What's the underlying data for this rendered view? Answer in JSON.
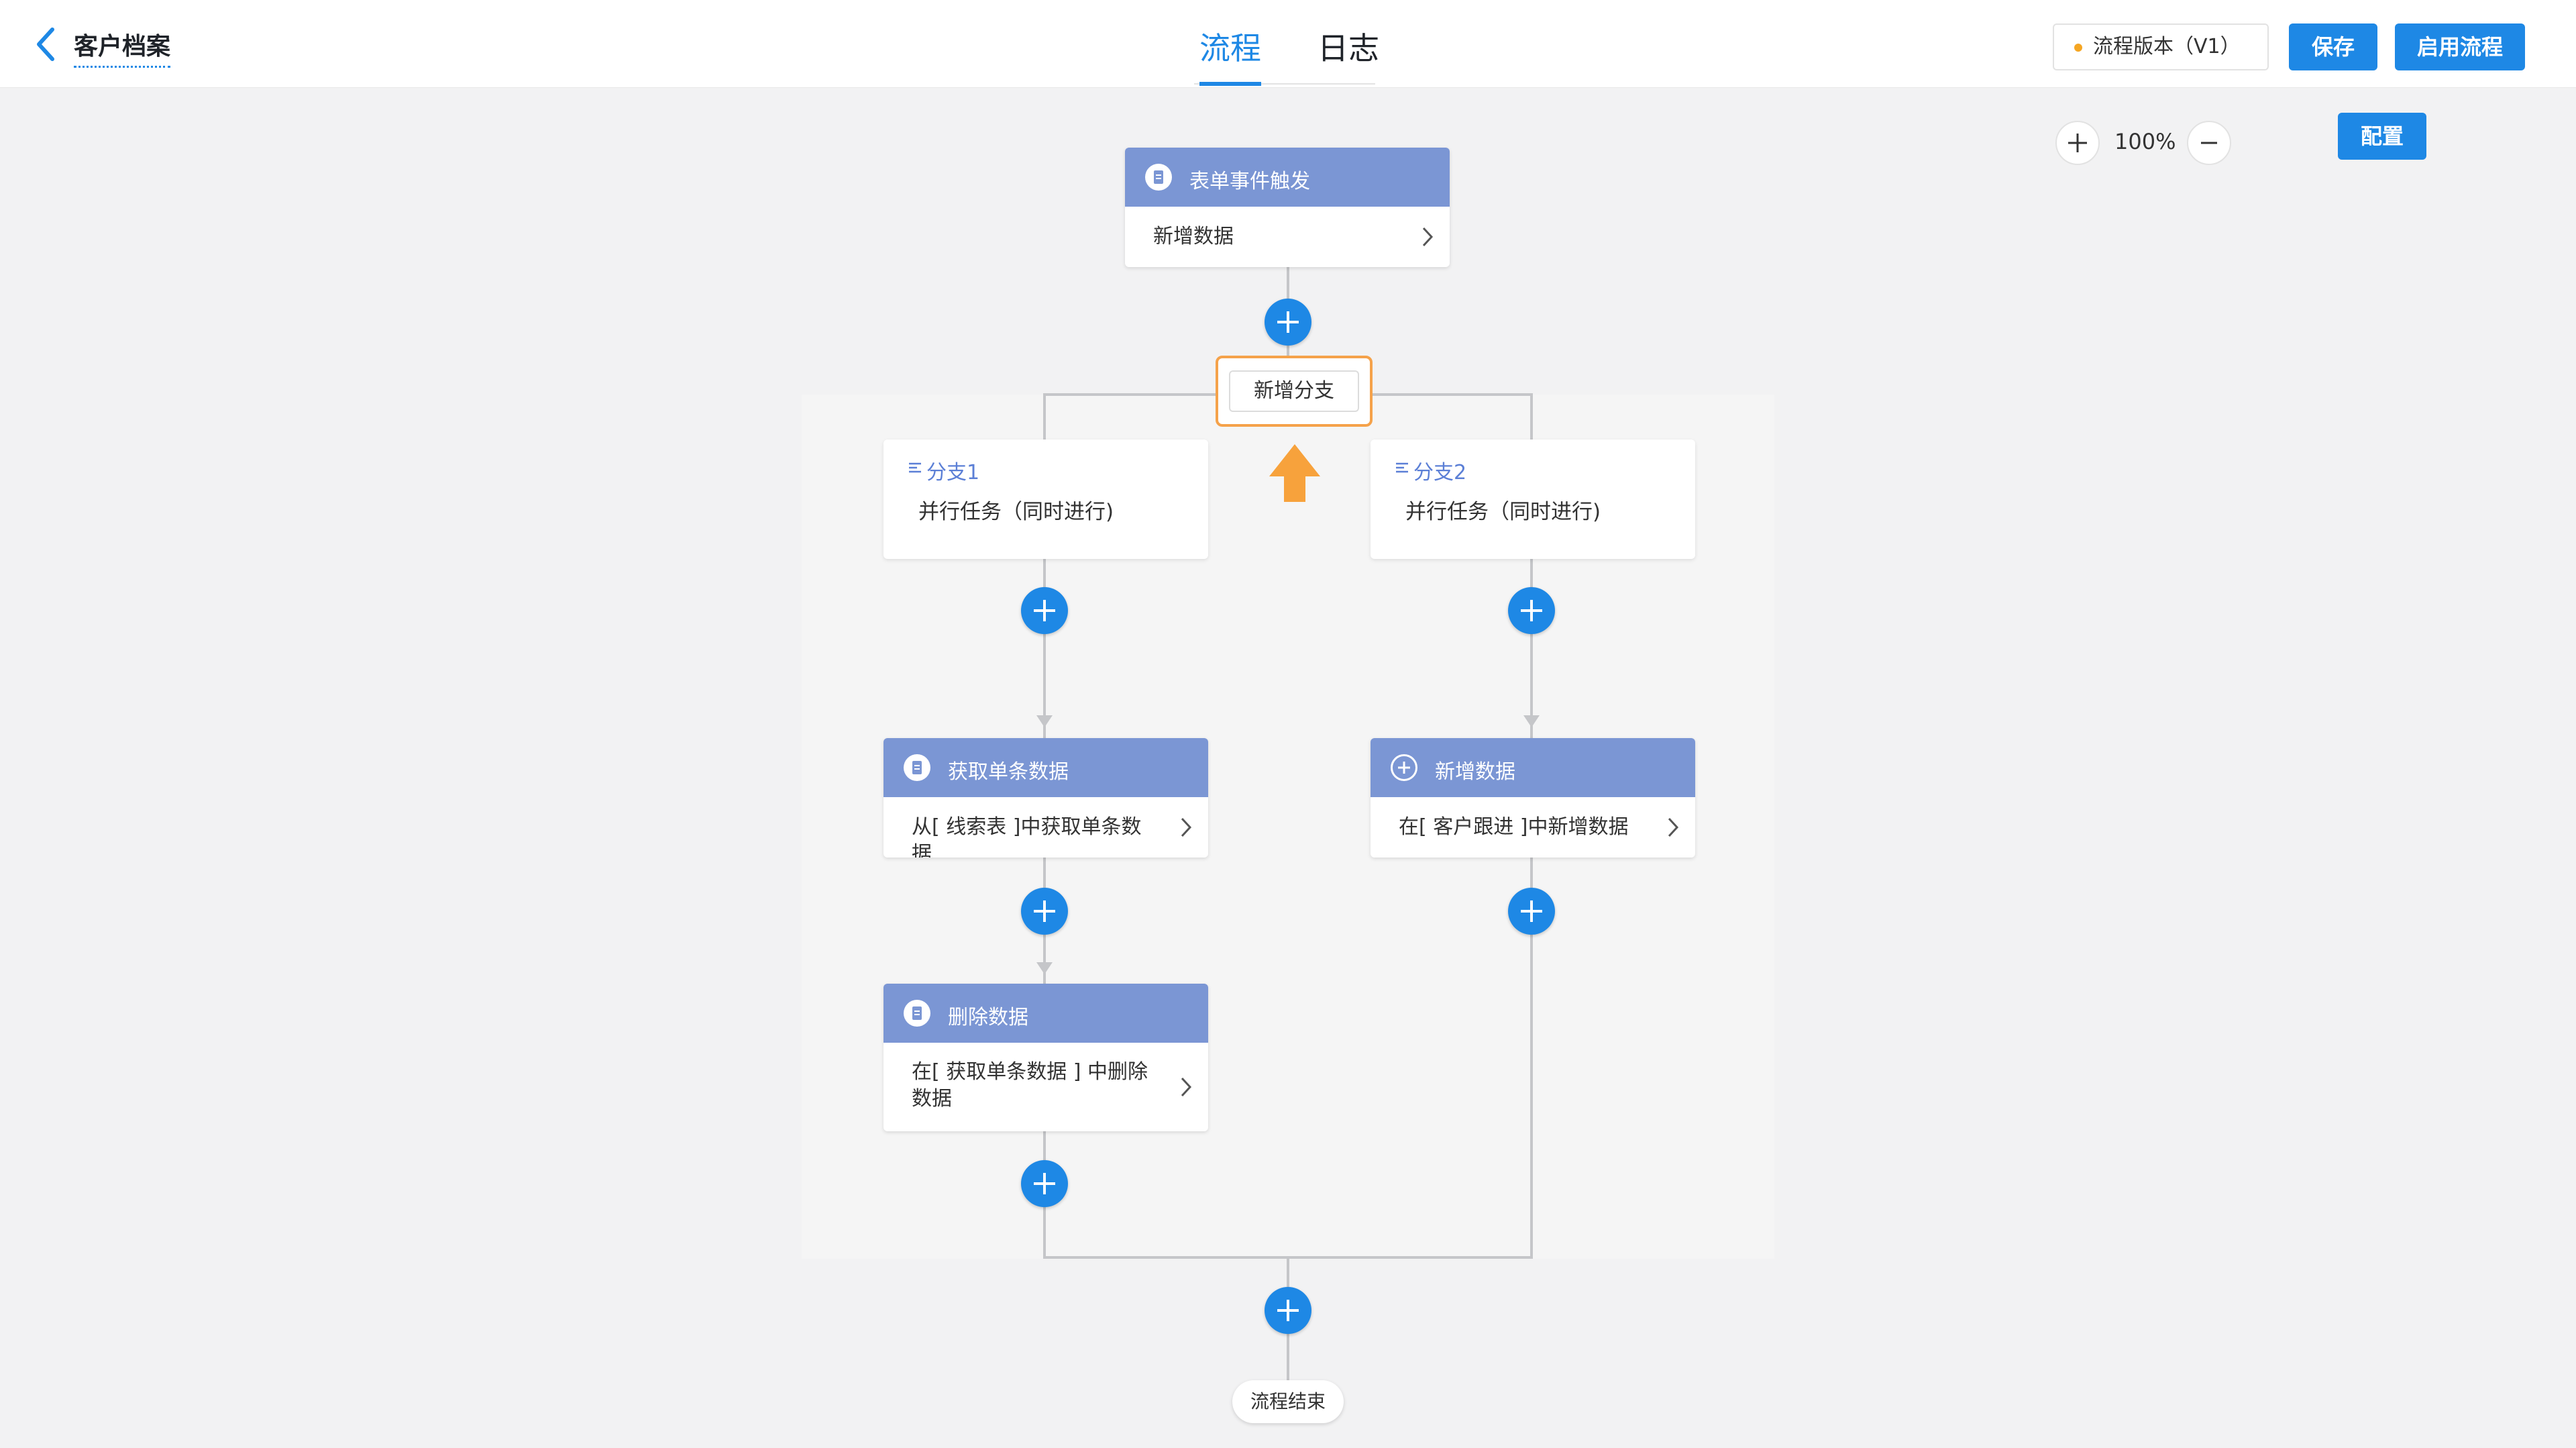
{
  "header": {
    "title": "客户档案",
    "tabs": [
      {
        "label": "流程"
      },
      {
        "label": "日志"
      }
    ],
    "version_label": "流程版本（V1）",
    "save_label": "保存",
    "enable_label": "启用流程"
  },
  "canvas": {
    "zoom": "100%",
    "config_label": "配置"
  },
  "flow": {
    "trigger": {
      "title": "表单事件触发",
      "body": "新增数据"
    },
    "add_branch_label": "新增分支",
    "branches": [
      {
        "label": "分支1",
        "desc": "并行任务（同时进行)"
      },
      {
        "label": "分支2",
        "desc": "并行任务（同时进行)"
      }
    ],
    "get_single": {
      "title": "获取单条数据",
      "body": "从[ 线索表 ]中获取单条数据"
    },
    "delete_data": {
      "title": "删除数据",
      "body": "在[ 获取单条数据 ] 中删除数据"
    },
    "add_data": {
      "title": "新增数据",
      "body": "在[ 客户跟进 ]中新增数据"
    },
    "end_label": "流程结束"
  },
  "colors": {
    "accent": "#1e88e5",
    "node_header": "#7b96d4",
    "highlight": "#f5a24a",
    "arrow": "#f7a23c"
  }
}
